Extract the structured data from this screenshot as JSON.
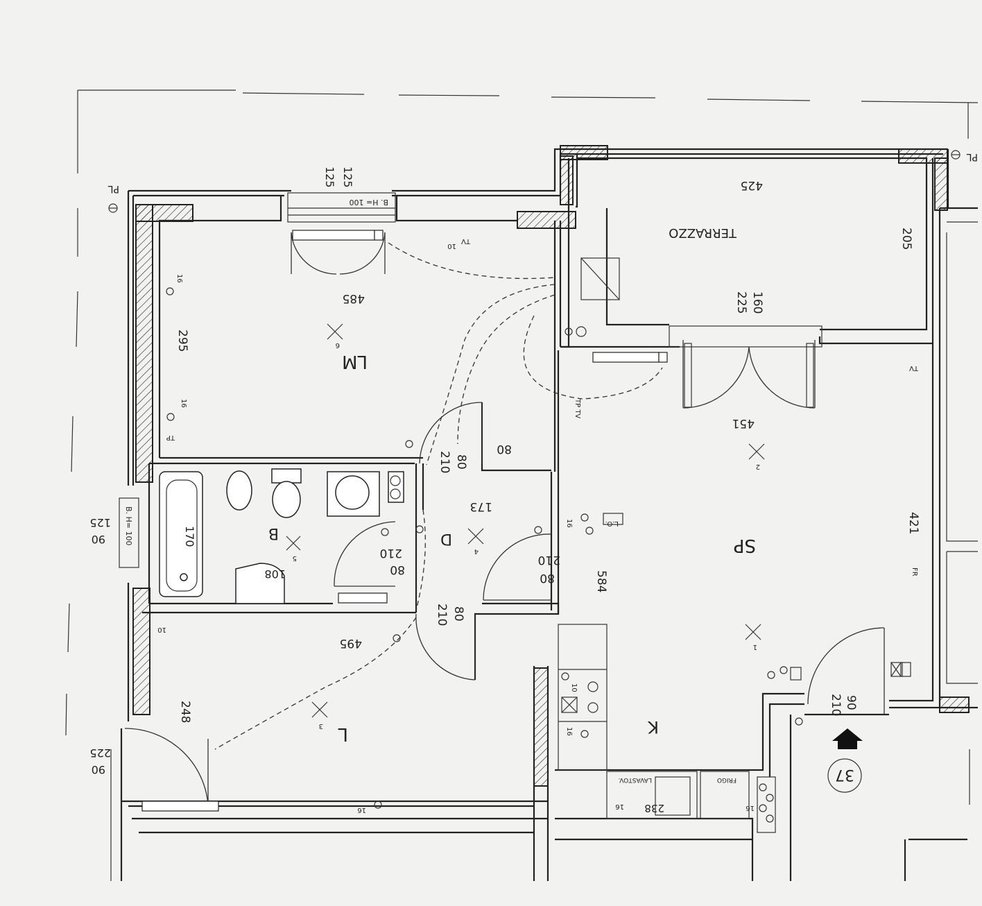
{
  "rooms": {
    "terrazzo": {
      "label": "TERRAZZO",
      "width": "425",
      "depth": "205"
    },
    "lm": {
      "label": "LM",
      "width": "485",
      "depth": "295",
      "x_index": "6"
    },
    "sp": {
      "label": "SP",
      "width": "451",
      "depth": "421",
      "x_index_top": "2",
      "x_index_bottom": "1",
      "mid_dim": "584"
    },
    "b": {
      "label": "B",
      "x_index": "5",
      "bath": "170",
      "sink_dim": "108"
    },
    "d": {
      "label": "D",
      "dim": "173",
      "x_index": "4"
    },
    "l": {
      "label": "L",
      "width": "495",
      "depth": "248",
      "x_index": "3"
    },
    "k": {
      "label": "K",
      "counter_dim": "238",
      "appliance_1": "LAVASTOV.",
      "appliance_2": "FRIGO"
    }
  },
  "doors": {
    "terrazzo_door": {
      "a": "225",
      "b": "160"
    },
    "lm_door": {
      "a": "80",
      "b": "210"
    },
    "d_sp_door": {
      "a": "210",
      "b": "80"
    },
    "b_door": {
      "a": "210",
      "b": "80"
    },
    "l_door": {
      "a": "80",
      "b": "210"
    },
    "entry_door": {
      "a": "90",
      "b": "210"
    },
    "corridor_dim": "80"
  },
  "windows": {
    "lm_window": {
      "h1": "125",
      "h2": "125",
      "note": "B. H= 100"
    },
    "b_window": {
      "note": "B. H= 100",
      "a": "125",
      "b": "90"
    },
    "l_window": {
      "a": "225",
      "b": "90"
    }
  },
  "symbols": {
    "pl_left": "PL",
    "pl_right": "PL",
    "tv": "TV",
    "tp_tv": "TP TV",
    "tp": "TP",
    "lo": "L.O.",
    "fr": "FR",
    "sixteen": "16",
    "ten": "10",
    "unit_number": "37"
  }
}
